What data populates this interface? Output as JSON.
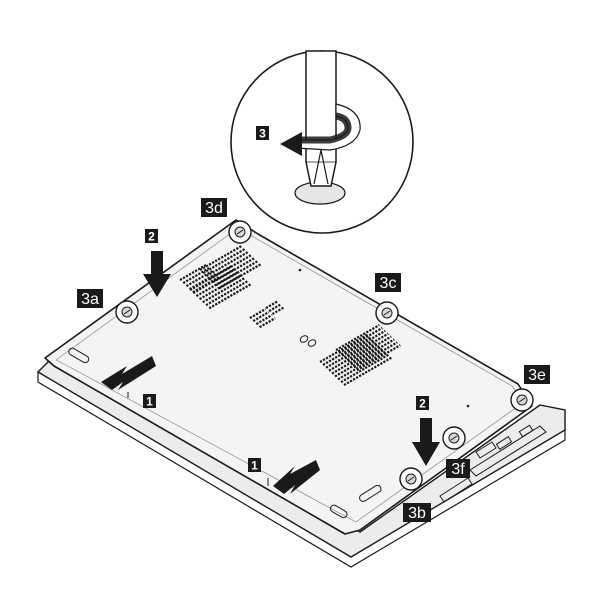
{
  "steps": {
    "step1_a": "1",
    "step1_b": "1",
    "step2_a": "2",
    "step2_b": "2",
    "step3": "3"
  },
  "screws": {
    "s3a": "3a",
    "s3b": "3b",
    "s3c": "3c",
    "s3d": "3d",
    "s3e": "3e",
    "s3f": "3f"
  },
  "icons": {
    "screwdriver": "screwdriver-icon",
    "rotation": "counterclockwise-arrow-icon",
    "slide": "slide-arrow-icon",
    "press": "press-down-arrow-icon",
    "screw": "screw-icon"
  },
  "colors": {
    "line": "#1a1a1a",
    "panel": "#f4f4f4",
    "base": "#ececec",
    "label_bg": "#1a1a1a",
    "label_fg": "#ffffff"
  }
}
